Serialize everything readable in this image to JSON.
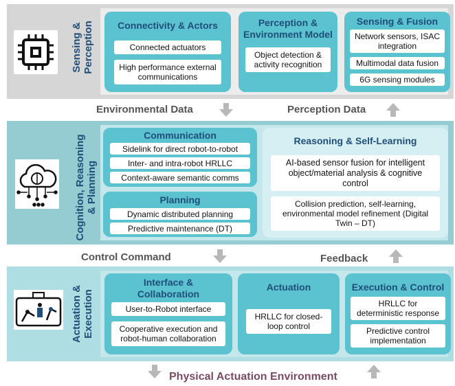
{
  "layers": {
    "sensing": {
      "title": "Sensing &\nPerception",
      "connectivity": {
        "title": "Connectivity & Actors",
        "items": [
          "Connected actuators",
          "High performance external communications"
        ]
      },
      "perception": {
        "title": "Perception & Environment Model",
        "items": [
          "Object detection & activity recognition"
        ]
      },
      "fusion": {
        "title": "Sensing & Fusion",
        "items": [
          "Network sensors, ISAC integration",
          "Multimodal data fusion",
          "6G sensing modules"
        ]
      }
    },
    "cognition": {
      "title": "Cognition, Reasoning\n& Planning",
      "communication": {
        "title": "Communication",
        "items": [
          "Sidelink for direct robot-to-robot",
          "Inter- and intra-robot HRLLC",
          "Context-aware semantic comms"
        ]
      },
      "planning": {
        "title": "Planning",
        "items": [
          "Dynamic distributed planning",
          "Predictive maintenance (DT)"
        ]
      },
      "reasoning": {
        "title": "Reasoning & Self-Learning",
        "items": [
          "AI-based sensor fusion for intelligent object/material analysis & cognitive control",
          "Collision prediction, self-learning, environmental model refinement (Digital Twin – DT)"
        ]
      }
    },
    "actuation": {
      "title": "Actuation &\nExecution",
      "interface": {
        "title": "Interface & Collaboration",
        "items": [
          "User-to-Robot interface",
          "Cooperative execution and robot-human collaboration"
        ]
      },
      "actuation_box": {
        "title": "Actuation",
        "items": [
          "HRLLC for closed-loop control"
        ]
      },
      "execution": {
        "title": "Execution & Control",
        "items": [
          "HRLLC for deterministic response",
          "Predictive control implementation"
        ]
      }
    }
  },
  "flows": {
    "environmental_data": "Environmental Data",
    "perception_data": "Perception Data",
    "control_command": "Control Command",
    "feedback": "Feedback",
    "physical_environment": "Physical Actuation Environment"
  },
  "icons": {
    "sensing": "chip-icon",
    "cognition": "cloud-brain-icon",
    "actuation": "robot-toolkit-icon"
  },
  "colors": {
    "box_teal": "#5bc2cf",
    "title_blue": "#1f4e79",
    "bottom_label": "#7b4b63"
  }
}
